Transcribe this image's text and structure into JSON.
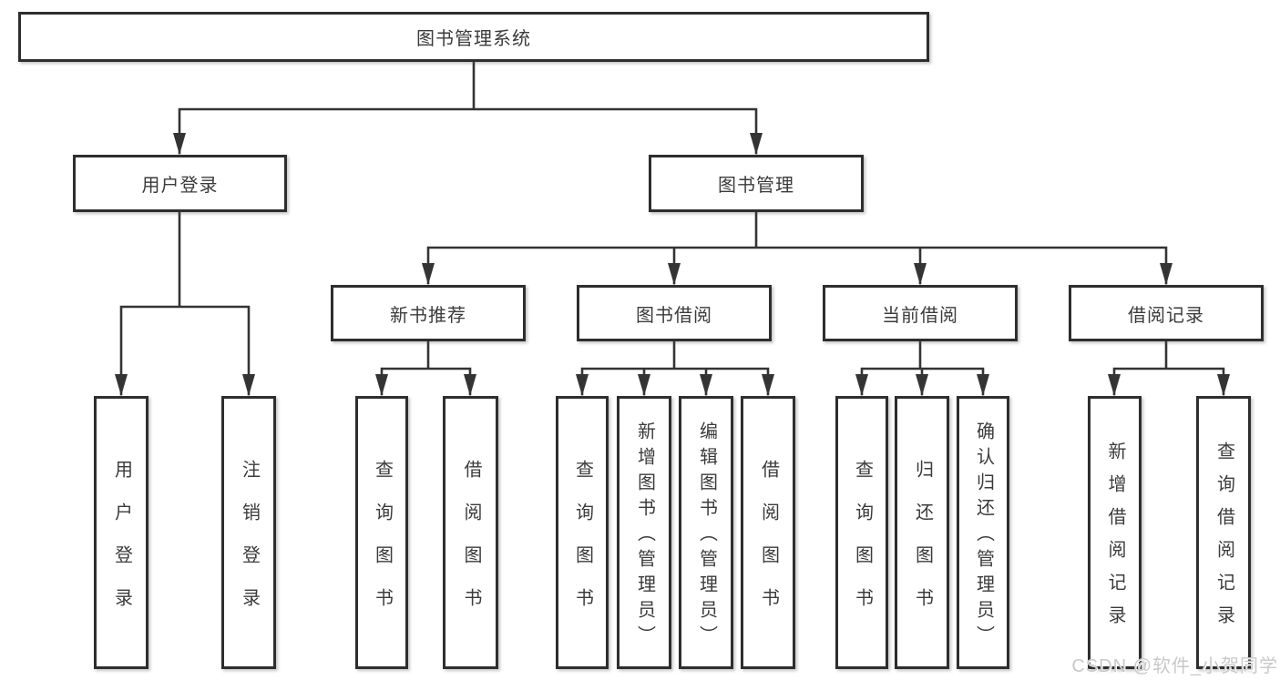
{
  "tree": {
    "root": "图书管理系统",
    "branches": [
      {
        "label": "用户登录",
        "leaves": [
          "用户登录",
          "注销登录"
        ]
      },
      {
        "label": "图书管理",
        "groups": [
          {
            "label": "新书推荐",
            "leaves": [
              "查询图书",
              "借阅图书"
            ]
          },
          {
            "label": "图书借阅",
            "leaves": [
              "查询图书",
              "新增图书（管理员）",
              "编辑图书（管理员）",
              "借阅图书"
            ]
          },
          {
            "label": "当前借阅",
            "leaves": [
              "查询图书",
              "归还图书",
              "确认归还（管理员）"
            ]
          },
          {
            "label": "借阅记录",
            "leaves": [
              "新增借阅记录",
              "查询借阅记录"
            ]
          }
        ]
      }
    ]
  },
  "watermark": "CSDN @软件_小贺同学",
  "colors": {
    "background": "#ffffff",
    "box_border": "#2e2e2e",
    "line": "#343434",
    "text": "#3b3b3b",
    "watermark": "#c9c9c9"
  }
}
